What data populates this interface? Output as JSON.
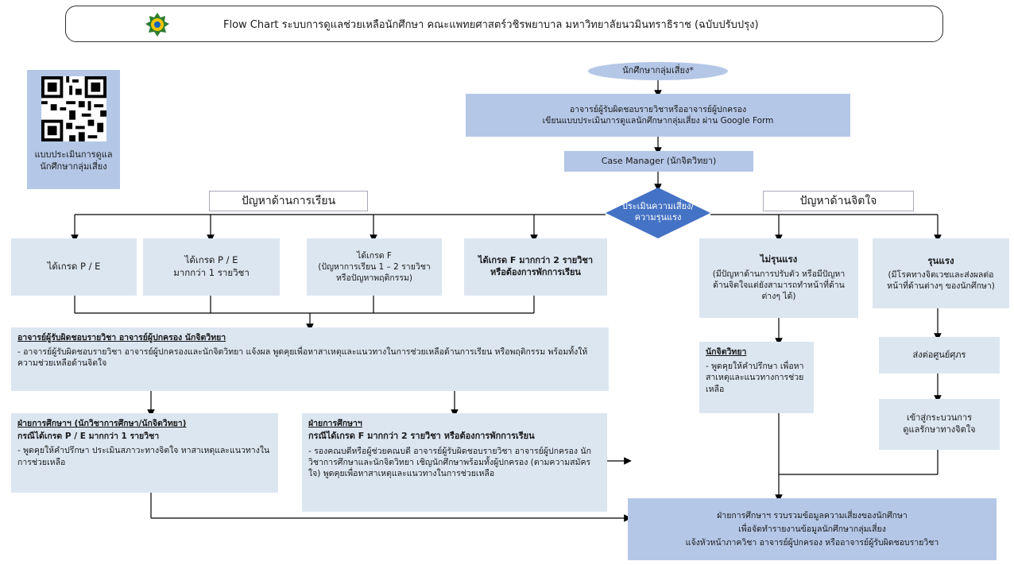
{
  "header": {
    "title": "Flow Chart ระบบการดูแลช่วยเหลือนักศึกษา คณะแพทยศาสตร์วชิรพยาบาล มหาวิทยาลัยนวมินทราธิราช (ฉบับปรับปรุง)"
  },
  "qr_panel": {
    "label_line1": "แบบประเมินการดูแล",
    "label_line2": "นักศึกษากลุ่มเสี่ยง"
  },
  "start": {
    "label": "นักศึกษากลุ่มเสี่ยง*"
  },
  "advisor_box": {
    "line1": "อาจารย์ผู้รับผิดชอบรายวิชาหรืออาจารย์ผู้ปกครอง",
    "line2": "เขียนแบบประเมินการดูแลนักศึกษากลุ่มเสี่ยง ผ่าน Google Form"
  },
  "case_manager": {
    "label": "Case Manager (นักจิตวิทยา)"
  },
  "decision": {
    "line1": "ประเมินความเสี่ยง/",
    "line2": "ความรุนแรง"
  },
  "categories": {
    "learning": "ปัญหาด้านการเรียน",
    "mental": "ปัญหาด้านจิตใจ"
  },
  "grade_boxes": [
    {
      "line1": "ได้เกรด P / E",
      "line2": ""
    },
    {
      "line1": "ได้เกรด P / E",
      "line2": "มากกว่า 1 รายวิชา"
    },
    {
      "line1": "ได้เกรด F",
      "line2": "(ปัญหาการเรียน 1 – 2 รายวิชา",
      "line3": "หรือปัญหาพฤติกรรม)"
    },
    {
      "line1": "ได้เกรด F มากกว่า 2 รายวิชา",
      "line2": "หรือต้องการพักการเรียน"
    }
  ],
  "joint_box": {
    "heading": "อาจารย์ผู้รับผิดชอบรายวิชา อาจารย์ผู้ปกครอง นักจิตวิทยา",
    "body": "- อาจารย์ผู้รับผิดชอบรายวิชา อาจารย์ผู้ปกครองและนักจิตวิทยา แจ้งผล พูดคุยเพื่อหาสาเหตุและแนวทางในการช่วยเหลือด้านการเรียน หรือพฤติกรรม พร้อมทั้งให้ความช่วยเหลือด้านจิตใจ"
  },
  "edu_box_left": {
    "heading": "ฝ่ายการศึกษาฯ (นักวิชาการศึกษา/นักจิตวิทยา)",
    "case": "กรณีได้เกรด P / E มากกว่า 1 รายวิชา",
    "body": "- พูดคุยให้คำปรึกษา ประเมินสภาวะทางจิตใจ หาสาเหตุและแนวทางในการช่วยเหลือ"
  },
  "edu_box_right": {
    "heading": "ฝ่ายการศึกษาฯ",
    "case": "กรณีได้เกรด F มากกว่า 2 รายวิชา หรือต้องการพักการเรียน",
    "body": "- รองคณบดีหรือผู้ช่วยคณบดี อาจารย์ผู้รับผิดชอบรายวิชา อาจารย์ผู้ปกครอง นักวิชาการศึกษาและนักจิตวิทยา เชิญนักศึกษาพร้อมทั้งผู้ปกครอง (ตามความสมัครใจ) พูดคุยเพื่อหาสาเหตุและแนวทางในการช่วยเหลือ"
  },
  "mild_box": {
    "heading": "ไม่รุนแรง",
    "body": "(มีปัญหาด้านการปรับตัว หรือมีปัญหาด้านจิตใจแต่ยังสามารถทำหน้าที่ด้านต่างๆ ได้)"
  },
  "severe_box": {
    "heading": "รุนแรง",
    "body": "(มีโรคทางจิตเวชและส่งผลต่อหน้าที่ด้านต่างๆ ของนักศึกษา)"
  },
  "psych_box": {
    "heading": "นักจิตวิทยา",
    "body": "- พูดคุยให้คำปรึกษา เพื่อหาสาเหตุและแนวทางการช่วยเหลือ"
  },
  "refer_box": {
    "label": "ส่งต่อศูนย์ศุภร"
  },
  "treat_box": {
    "line1": "เข้าสู่กระบวนการ",
    "line2": "ดูแลรักษาทางจิตใจ"
  },
  "final_box": {
    "line1": "ฝ่ายการศึกษาฯ รวบรวมข้อมูลความเสี่ยงของนักศึกษา",
    "line2": "เพื่อจัดทำรายงานข้อมูลนักศึกษากลุ่มเสี่ยง",
    "line3": "แจ้งหัวหน้าภาควิชา อาจารย์ผู้ปกครอง หรืออาจารย์ผู้รับผิดชอบรายวิชา"
  },
  "colors": {
    "box": "#dce6f1",
    "box_dark": "#b4c7e7",
    "decision": "#4472c4",
    "line": "#000000"
  },
  "icons": {
    "logo": "faculty-seal-icon",
    "qr": "qr-code-icon"
  }
}
